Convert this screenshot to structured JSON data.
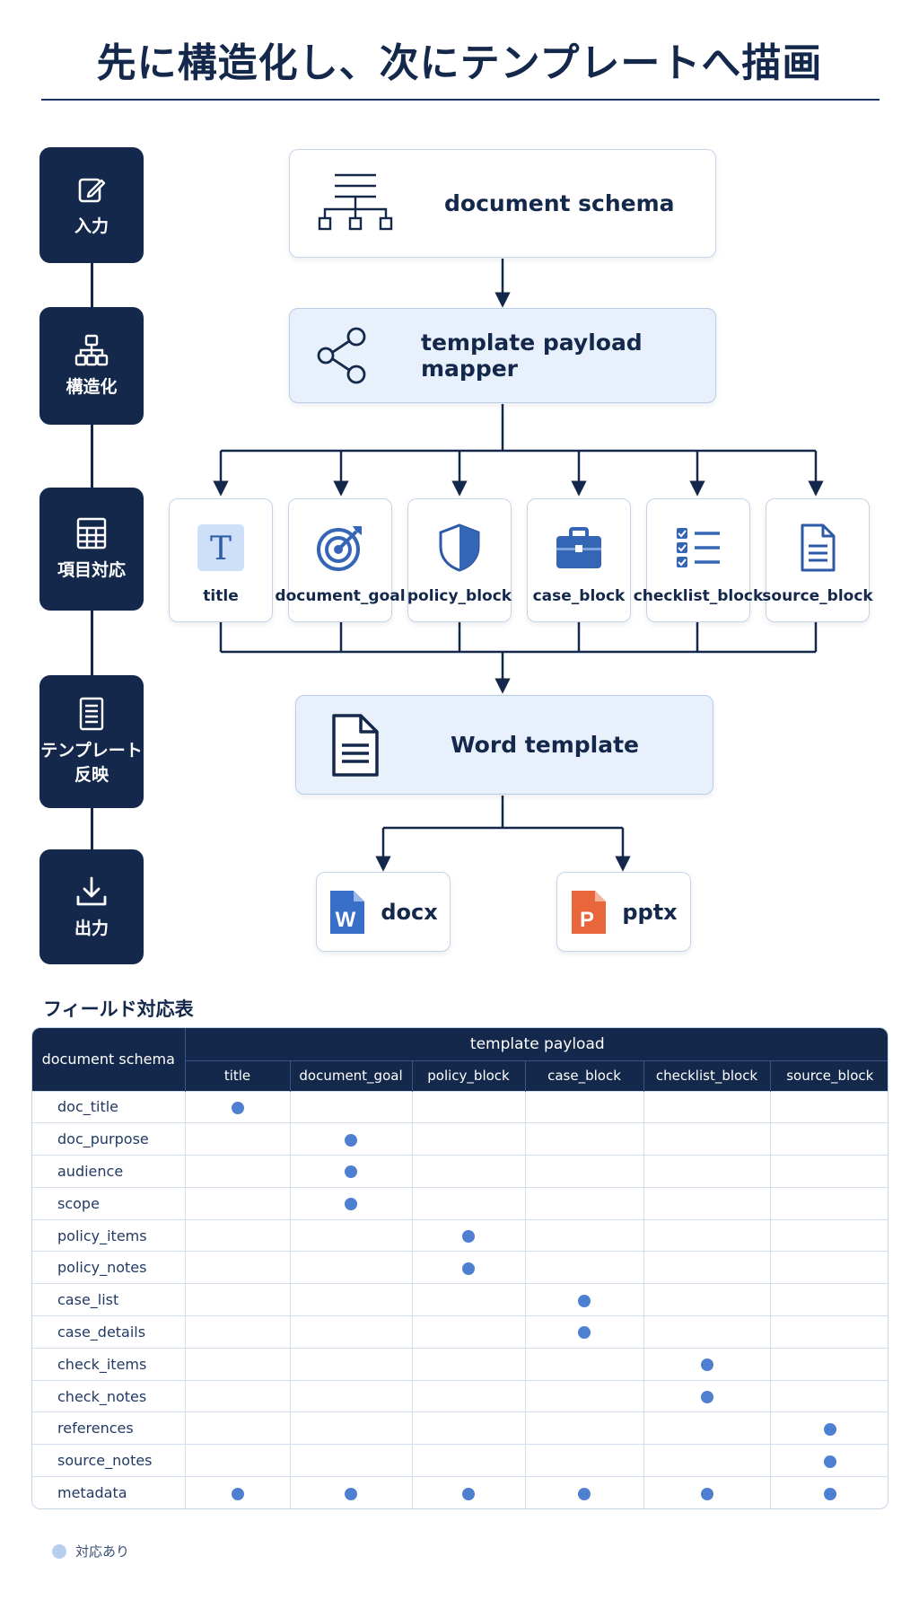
{
  "title": "先に構造化し、次にテンプレートへ描画",
  "steps": [
    {
      "label": "入力",
      "icon": "edit-icon"
    },
    {
      "label": "構造化",
      "icon": "hierarchy-icon"
    },
    {
      "label": "項目対応",
      "icon": "grid-icon"
    },
    {
      "label": "テンプレート\n反映",
      "icon": "document-icon"
    },
    {
      "label": "出力",
      "icon": "download-icon"
    }
  ],
  "diagram": {
    "schema_label": "document schema",
    "mapper_label": "template payload mapper",
    "blocks": [
      {
        "label": "title",
        "icon": "text-t-icon"
      },
      {
        "label": "document_goal",
        "icon": "target-icon"
      },
      {
        "label": "policy_block",
        "icon": "shield-icon"
      },
      {
        "label": "case_block",
        "icon": "briefcase-icon"
      },
      {
        "label": "checklist_block",
        "icon": "checklist-icon"
      },
      {
        "label": "source_block",
        "icon": "document-icon"
      }
    ],
    "template_label": "Word template",
    "outputs": [
      {
        "label": "docx",
        "icon": "word-file-icon",
        "badge": "W",
        "color": "#3a6fc9"
      },
      {
        "label": "pptx",
        "icon": "powerpoint-file-icon",
        "badge": "P",
        "color": "#e8663a"
      }
    ]
  },
  "table": {
    "heading": "フィールド対応表",
    "corner_header": "document schema",
    "group_header": "template payload",
    "columns": [
      "title",
      "document_goal",
      "policy_block",
      "case_block",
      "checklist_block",
      "source_block"
    ],
    "rows": [
      {
        "name": "doc_title",
        "marks": [
          1,
          0,
          0,
          0,
          0,
          0
        ]
      },
      {
        "name": "doc_purpose",
        "marks": [
          0,
          1,
          0,
          0,
          0,
          0
        ]
      },
      {
        "name": "audience",
        "marks": [
          0,
          1,
          0,
          0,
          0,
          0
        ]
      },
      {
        "name": "scope",
        "marks": [
          0,
          1,
          0,
          0,
          0,
          0
        ]
      },
      {
        "name": "policy_items",
        "marks": [
          0,
          0,
          1,
          0,
          0,
          0
        ]
      },
      {
        "name": "policy_notes",
        "marks": [
          0,
          0,
          1,
          0,
          0,
          0
        ]
      },
      {
        "name": "case_list",
        "marks": [
          0,
          0,
          0,
          1,
          0,
          0
        ]
      },
      {
        "name": "case_details",
        "marks": [
          0,
          0,
          0,
          1,
          0,
          0
        ]
      },
      {
        "name": "check_items",
        "marks": [
          0,
          0,
          0,
          0,
          1,
          0
        ]
      },
      {
        "name": "check_notes",
        "marks": [
          0,
          0,
          0,
          0,
          1,
          0
        ]
      },
      {
        "name": "references",
        "marks": [
          0,
          0,
          0,
          0,
          0,
          1
        ]
      },
      {
        "name": "source_notes",
        "marks": [
          0,
          0,
          0,
          0,
          0,
          1
        ]
      },
      {
        "name": "metadata",
        "marks": [
          1,
          1,
          1,
          1,
          1,
          1
        ]
      }
    ]
  },
  "legend": {
    "label": "対応あり"
  },
  "colors": {
    "navy": "#14284b",
    "accent_blue": "#4e7fd0",
    "light_blue": "#e8f1fb"
  }
}
